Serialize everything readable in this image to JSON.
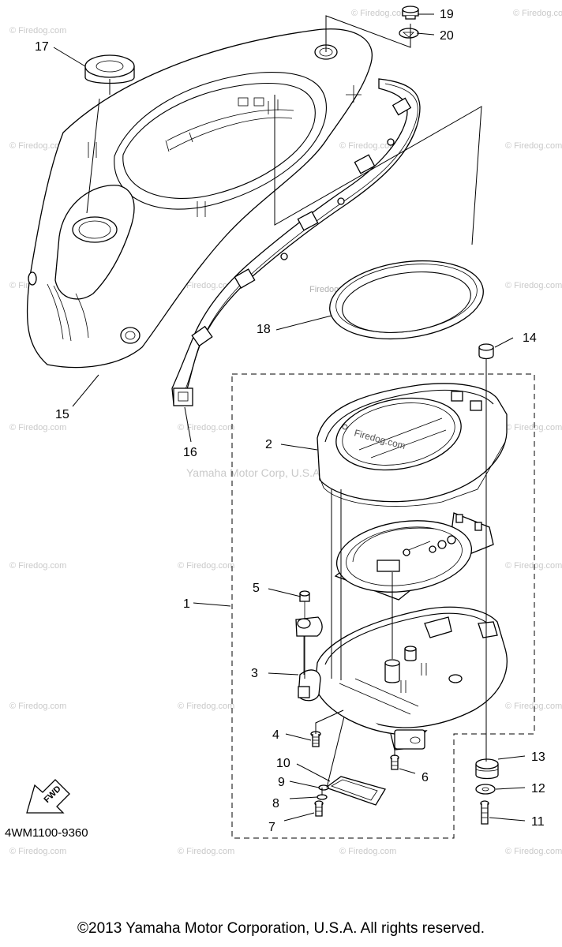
{
  "watermark": "© Firedog.com",
  "inner_watermark": "Firedog.com",
  "center_watermark": "Yamaha Motor Corp, U.S.A.",
  "callouts": [
    "1",
    "2",
    "3",
    "4",
    "5",
    "6",
    "7",
    "8",
    "9",
    "10",
    "11",
    "12",
    "13",
    "14",
    "15",
    "16",
    "17",
    "18",
    "19",
    "20"
  ],
  "diagram_code": "4WM1100-9360",
  "fwd_label": "FWD",
  "copyright": "©2013 Yamaha Motor Corporation, U.S.A. All rights reserved."
}
